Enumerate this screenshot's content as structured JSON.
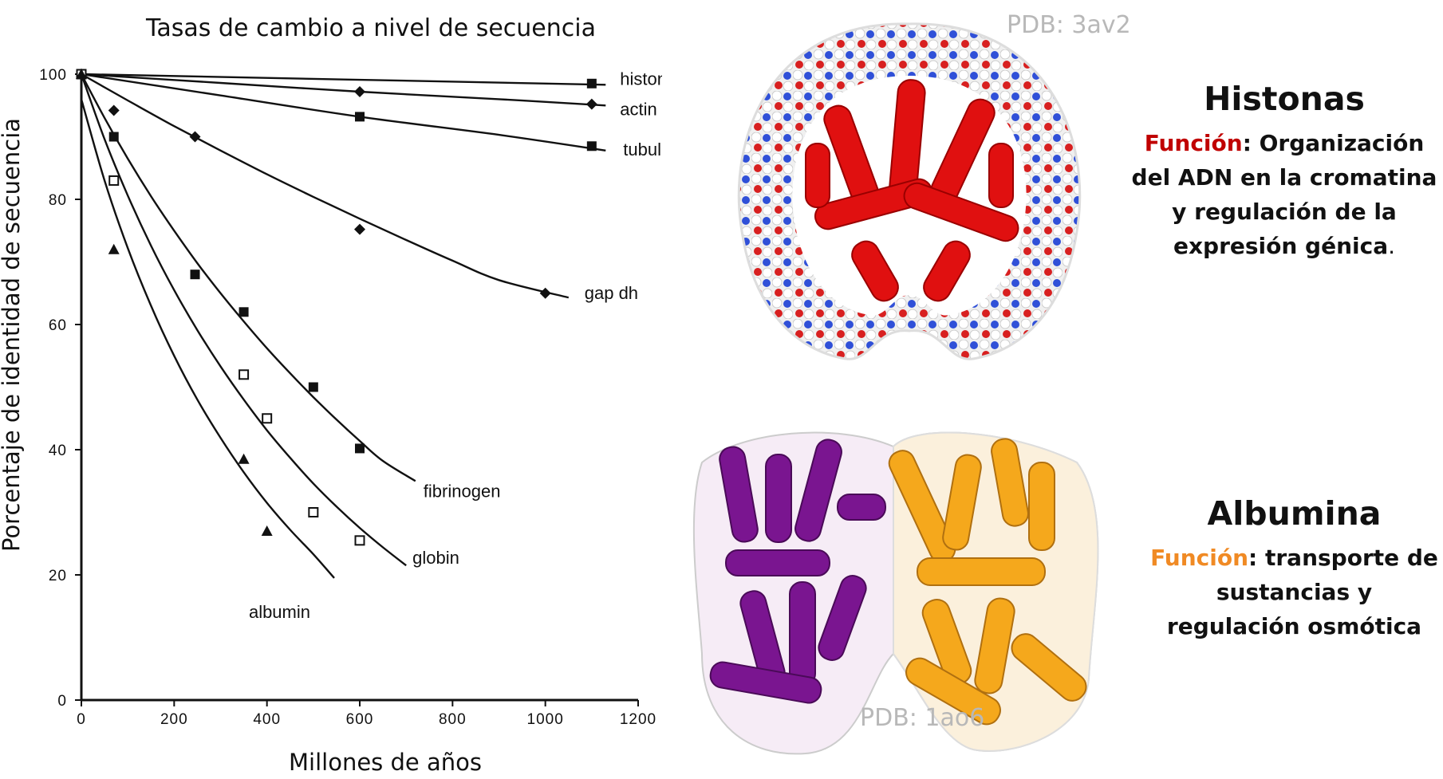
{
  "chart_data": {
    "type": "line",
    "title": "Tasas de cambio a nivel de secuencia",
    "xlabel": "Millones de años",
    "ylabel": "Porcentaje de identidad de secuencia",
    "xlim": [
      0,
      1200
    ],
    "ylim": [
      0,
      100
    ],
    "x_ticks": [
      0,
      200,
      400,
      600,
      800,
      1000,
      1200
    ],
    "y_ticks": [
      0,
      20,
      40,
      60,
      80,
      100
    ],
    "x_tick_labels": [
      "0",
      "200",
      "400",
      "600",
      "800",
      "1000",
      "1200"
    ],
    "y_tick_labels": [
      "0",
      "20",
      "40",
      "60",
      "80",
      "100"
    ],
    "grid": false,
    "series": [
      {
        "name": "histone",
        "marker": "filled-square",
        "points": [
          [
            0,
            100
          ],
          [
            1100,
            98.5
          ]
        ],
        "curve": [
          [
            0,
            100
          ],
          [
            1130,
            98.3
          ]
        ]
      },
      {
        "name": "actin",
        "marker": "filled-diamond",
        "points": [
          [
            0,
            100
          ],
          [
            600,
            97.2
          ],
          [
            1100,
            95.2
          ]
        ],
        "curve": [
          [
            0,
            100
          ],
          [
            300,
            98.6
          ],
          [
            600,
            97.2
          ],
          [
            900,
            96.0
          ],
          [
            1130,
            95.0
          ]
        ]
      },
      {
        "name": "tubulin",
        "marker": "filled-square",
        "points": [
          [
            0,
            100
          ],
          [
            600,
            93.2
          ],
          [
            1100,
            88.5
          ]
        ],
        "curve": [
          [
            0,
            100
          ],
          [
            300,
            96.6
          ],
          [
            600,
            93.2
          ],
          [
            900,
            90.3
          ],
          [
            1130,
            87.8
          ]
        ]
      },
      {
        "name": "gapdh",
        "marker": "filled-diamond",
        "points": [
          [
            0,
            100
          ],
          [
            70,
            94.2
          ],
          [
            245,
            90.0
          ],
          [
            600,
            75.2
          ],
          [
            1000,
            65.0
          ]
        ],
        "curve": [
          [
            0,
            100
          ],
          [
            100,
            95.8
          ],
          [
            200,
            91.7
          ],
          [
            300,
            87.8
          ],
          [
            400,
            84.0
          ],
          [
            500,
            80.4
          ],
          [
            600,
            76.9
          ],
          [
            700,
            73.5
          ],
          [
            800,
            70.2
          ],
          [
            900,
            67.1
          ],
          [
            1050,
            64.3
          ]
        ]
      },
      {
        "name": "fibrinogen",
        "marker": "filled-square",
        "points": [
          [
            0,
            100
          ],
          [
            70,
            90.0
          ],
          [
            245,
            68.0
          ],
          [
            350,
            62.0
          ],
          [
            500,
            50.0
          ],
          [
            600,
            40.2
          ]
        ],
        "curve": [
          [
            0,
            100
          ],
          [
            50,
            93.0
          ],
          [
            100,
            86.5
          ],
          [
            150,
            80.5
          ],
          [
            200,
            75.0
          ],
          [
            250,
            69.8
          ],
          [
            300,
            65.0
          ],
          [
            350,
            60.5
          ],
          [
            400,
            56.2
          ],
          [
            450,
            52.2
          ],
          [
            500,
            48.4
          ],
          [
            550,
            44.8
          ],
          [
            600,
            41.4
          ],
          [
            650,
            38.2
          ],
          [
            720,
            35.0
          ]
        ]
      },
      {
        "name": "globin",
        "marker": "open-square",
        "points": [
          [
            0,
            100
          ],
          [
            70,
            83.0
          ],
          [
            350,
            52.0
          ],
          [
            400,
            45.0
          ],
          [
            500,
            30.0
          ],
          [
            600,
            25.5
          ]
        ],
        "curve": [
          [
            0,
            100
          ],
          [
            50,
            89.6
          ],
          [
            100,
            80.6
          ],
          [
            150,
            72.6
          ],
          [
            200,
            65.5
          ],
          [
            250,
            59.1
          ],
          [
            300,
            53.3
          ],
          [
            350,
            48.0
          ],
          [
            400,
            43.1
          ],
          [
            450,
            38.7
          ],
          [
            500,
            34.6
          ],
          [
            550,
            30.9
          ],
          [
            600,
            27.5
          ],
          [
            650,
            24.4
          ],
          [
            700,
            21.5
          ]
        ]
      },
      {
        "name": "albumin",
        "marker": "filled-triangle",
        "points": [
          [
            0,
            100
          ],
          [
            70,
            72.0
          ],
          [
            350,
            38.5
          ],
          [
            400,
            27.0
          ]
        ],
        "curve": [
          [
            0,
            96.0
          ],
          [
            50,
            83.0
          ],
          [
            100,
            72.2
          ],
          [
            150,
            63.0
          ],
          [
            200,
            55.0
          ],
          [
            250,
            48.0
          ],
          [
            300,
            41.9
          ],
          [
            350,
            36.4
          ],
          [
            400,
            31.5
          ],
          [
            450,
            27.2
          ],
          [
            500,
            23.3
          ],
          [
            545,
            19.5
          ]
        ]
      }
    ]
  },
  "series_label_text": {
    "histone": "histone",
    "actin": "actin",
    "tubulin": "tubulin",
    "gapdh": "gap dh",
    "fibrinogen": "fibrinogen",
    "globin": "globin",
    "albumin": "albumin"
  },
  "right_panels": {
    "histonas": {
      "pdb": "PDB: 3av2",
      "name": "Histonas",
      "funcion_label": "Función",
      "funcion_text": ": Organización del ADN en la cromatina y regulación de la expresión génica",
      "funcion_end": ".",
      "colors": {
        "protein": "#e01010",
        "dna_white": "#f2f2f2",
        "dna_blue": "#3050d8",
        "dna_red": "#d82020"
      }
    },
    "albumina": {
      "pdb": "PDB: 1ao6",
      "name": "Albumina",
      "funcion_label": "Función",
      "funcion_text": ": transporte de sustancias y regulación osmótica",
      "colors": {
        "chain_a": "#7a1590",
        "chain_b": "#f5a81c"
      }
    }
  }
}
